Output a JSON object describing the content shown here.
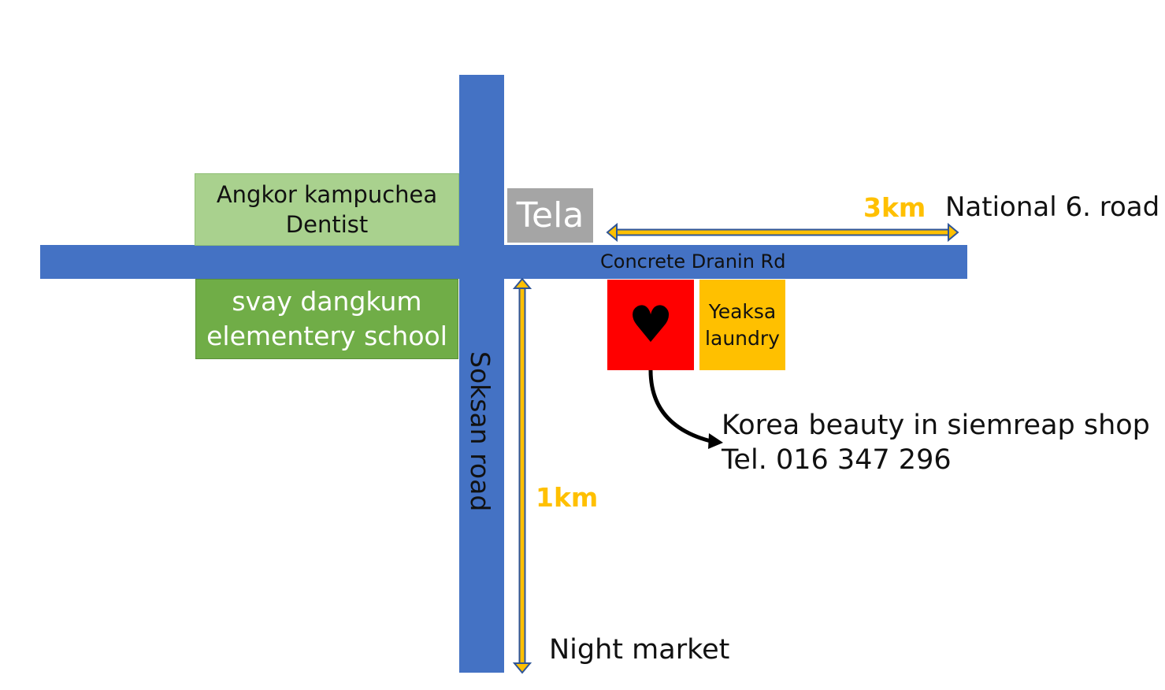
{
  "roads": {
    "horizontal_label": "Concrete Dranin Rd",
    "vertical_label": "Soksan road"
  },
  "landmarks": {
    "dentist": {
      "line1": "Angkor kampuchea",
      "line2": "Dentist"
    },
    "school": {
      "line1": "svay dangkum",
      "line2": "elementery school"
    },
    "tela": "Tela",
    "laundry": {
      "line1": "Yeaksa",
      "line2": "laundry"
    }
  },
  "shop": {
    "icon": "heart-icon",
    "name": "Korea beauty in siemreap shop",
    "tel": "Tel. 016 347 296"
  },
  "directions": {
    "east": {
      "distance": "3km",
      "destination": "National 6. road"
    },
    "south": {
      "distance": "1km",
      "destination": "Night market"
    }
  },
  "colors": {
    "road": "#4472c4",
    "dentist": "#a9d18e",
    "school": "#70ad47",
    "tela": "#a5a5a5",
    "shop": "#ff0000",
    "laundry": "#ffc000",
    "distance": "#ffc000"
  }
}
